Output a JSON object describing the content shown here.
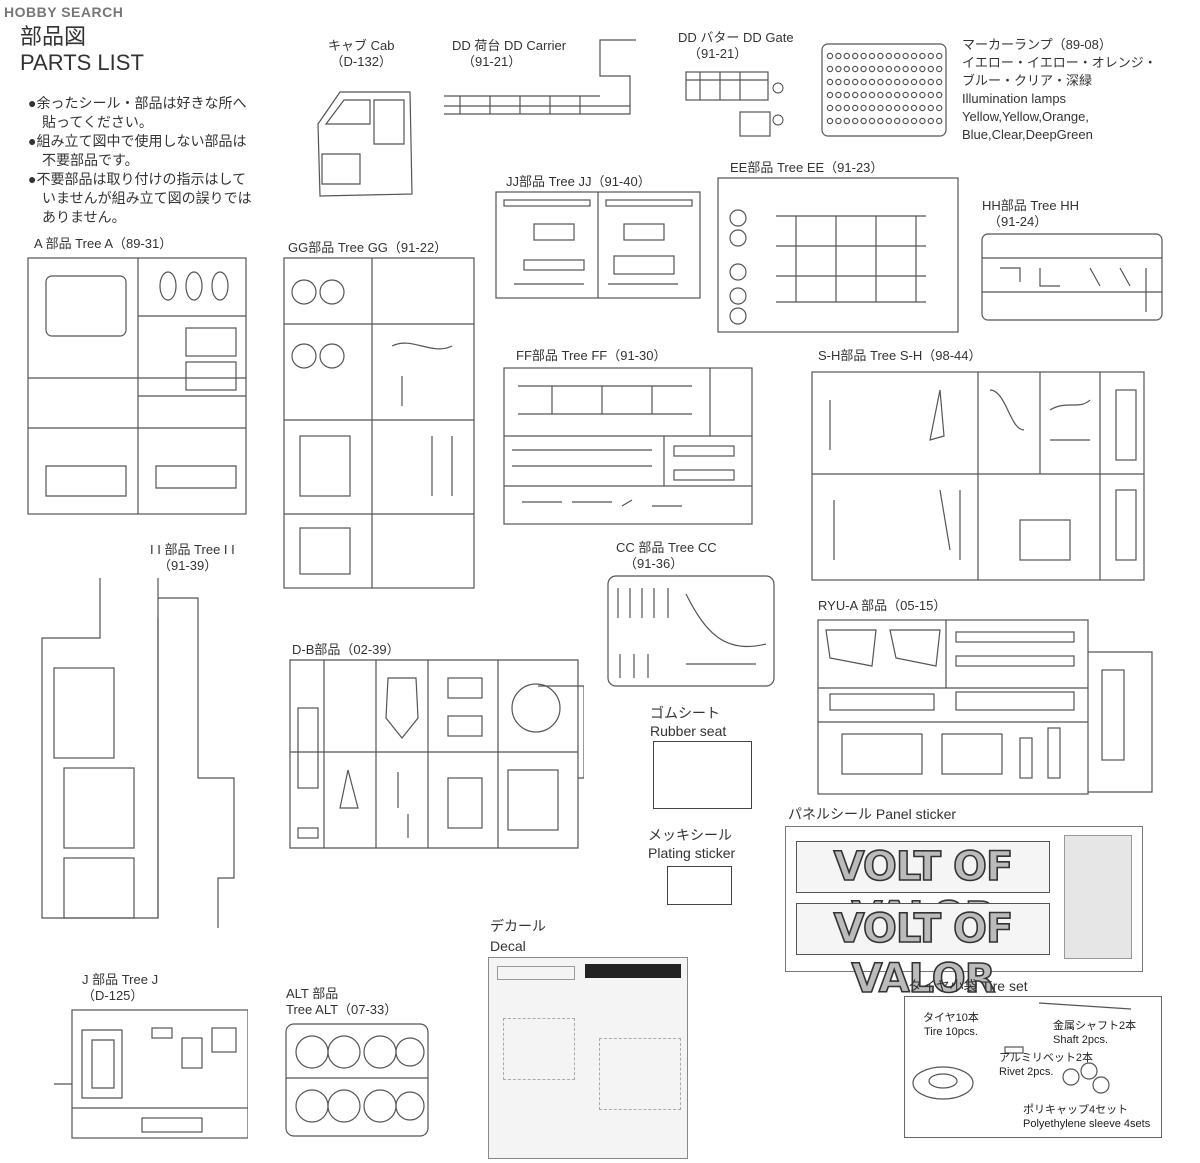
{
  "logo": "HOBBY SEARCH",
  "title_jp": "部品図",
  "title_en": "PARTS LIST",
  "notes": [
    "●余ったシール・部品は好きな所へ",
    "　貼ってください。",
    "●組み立て図中で使用しない部品は",
    "　不要部品です。",
    "●不要部品は取り付けの指示はして",
    "　いませんが組み立て図の誤りでは",
    "　ありません。"
  ],
  "cab": {
    "name": "キャブ Cab",
    "code": "（D-132）"
  },
  "dd_carrier": {
    "name": "DD 荷台 DD Carrier",
    "code": "（91-21）"
  },
  "dd_gate": {
    "name": "DD バター DD Gate",
    "code": "（91-21）"
  },
  "marker": {
    "lines": [
      "マーカーランプ（89-08）",
      "イエロー・イエロー・オレンジ・",
      "ブルー・クリア・深緑",
      "Illumination lamps",
      "Yellow,Yellow,Orange,",
      "Blue,Clear,DeepGreen"
    ]
  },
  "tree_a": {
    "name": "A 部品 Tree A（89-31）"
  },
  "tree_gg": {
    "name": "GG部品 Tree GG（91-22）"
  },
  "tree_jj": {
    "name": "JJ部品 Tree JJ（91-40）"
  },
  "tree_ee": {
    "name": "EE部品 Tree EE（91-23）"
  },
  "tree_hh": {
    "name": "HH部品 Tree HH",
    "code": "（91-24）"
  },
  "tree_ff": {
    "name": "FF部品 Tree FF（91-30）"
  },
  "tree_sh": {
    "name": "S-H部品 Tree S-H（98-44）"
  },
  "tree_ii": {
    "name": "I I 部品 Tree I I",
    "code": "（91-39）"
  },
  "tree_cc": {
    "name": "CC 部品 Tree CC",
    "code": "（91-36）"
  },
  "tree_ryua": {
    "name": "RYU-A 部品（05-15）"
  },
  "tree_db": {
    "name": "D-B部品（02-39）"
  },
  "rubber": {
    "jp": "ゴムシート",
    "en": "Rubber seat"
  },
  "plating": {
    "jp": "メッキシール",
    "en": "Plating sticker"
  },
  "panel": {
    "title": "パネルシール Panel sticker",
    "text1": "VOLT OF VALOR",
    "text2": "VOLT OF VALOR"
  },
  "decal": {
    "jp": "デカール",
    "en": "Decal"
  },
  "tree_j": {
    "name": "J 部品 Tree J",
    "code": "（D-125）"
  },
  "tree_alt": {
    "name": "ALT 部品",
    "name2": "Tree ALT（07-33）"
  },
  "tires": {
    "title": "タイヤ小袋 Tire set",
    "tire_jp": "タイヤ10本",
    "tire_en": "Tire 10pcs.",
    "shaft_jp": "金属シャフト2本",
    "shaft_en": "Shaft 2pcs.",
    "rivet_jp": "アルミリベット2本",
    "rivet_en": "Rivet 2pcs.",
    "poly_jp": "ポリキャップ4セット",
    "poly_en": "Polyethylene sleeve 4sets"
  }
}
